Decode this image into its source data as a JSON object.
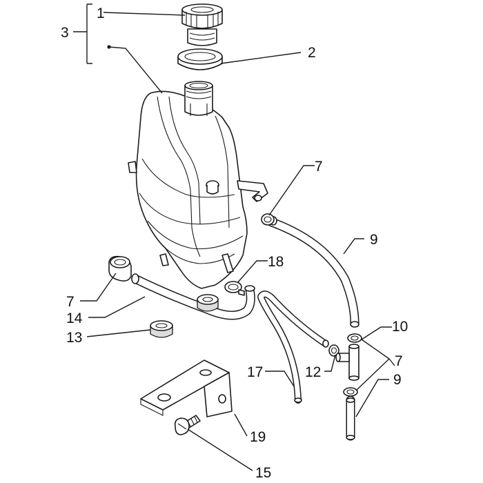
{
  "labels": {
    "p1": "1",
    "p2": "2",
    "p3": "3",
    "p7a": "7",
    "p7b": "7",
    "p7c": "7",
    "p9a": "9",
    "p9b": "9",
    "p10": "10",
    "p12": "12",
    "p13": "13",
    "p14": "14",
    "p15": "15",
    "p17": "17",
    "p18": "18",
    "p19": "19"
  }
}
